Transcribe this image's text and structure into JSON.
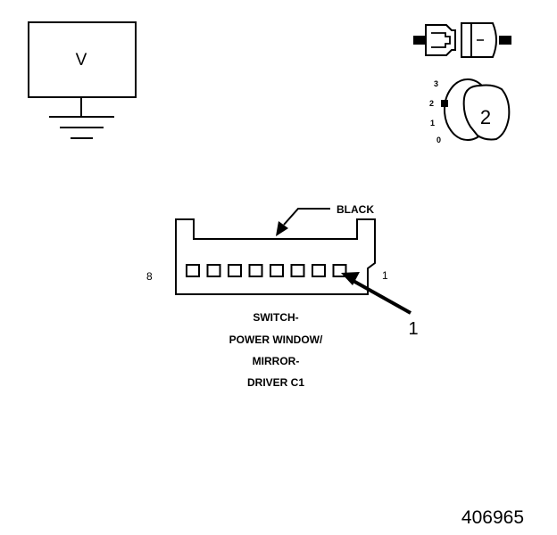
{
  "meter": {
    "symbol": "V"
  },
  "key_switch": {
    "positions": [
      "3",
      "2",
      "1",
      "0"
    ],
    "key_number": "2"
  },
  "connector": {
    "color_label": "BLACK",
    "pin_left": "8",
    "pin_right": "1",
    "pin_count": 8,
    "callout": "1",
    "name_lines": [
      "SWITCH-",
      "POWER WINDOW/",
      "MIRROR-",
      "DRIVER C1"
    ]
  },
  "figure_id": "406965"
}
